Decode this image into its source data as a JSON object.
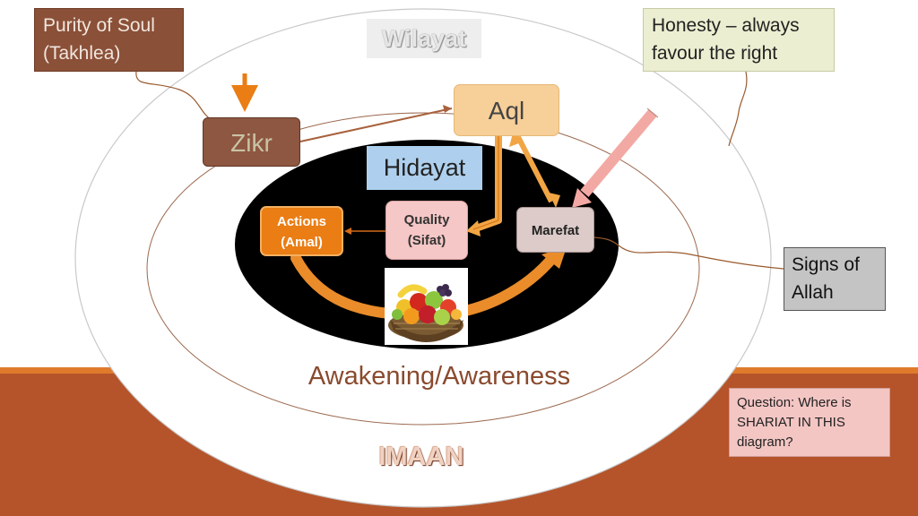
{
  "labels": {
    "purity_line1": "Purity of Soul",
    "purity_line2": "(Takhlea)",
    "honesty_line1": "Honesty – always",
    "honesty_line2": "favour the right",
    "wilayat": "Wilayat",
    "zikr": "Zikr",
    "aql": "Aql",
    "hidayat": "Hidayat",
    "actions_line1": "Actions",
    "actions_line2": "(Amal)",
    "quality_line1": "Quality",
    "quality_line2": "(Sifat)",
    "marefat": "Marefat",
    "signs_line1": "Signs of",
    "signs_line2": "Allah",
    "awakening": "Awakening/Awareness",
    "question_line1": "Question: Where is",
    "question_line2": "SHARIAT IN THIS",
    "question_line3": "diagram?",
    "imaan": "IMAAN"
  },
  "colors": {
    "ground_band": "#b5542a",
    "ground_stripe": "#e07b2c",
    "inner_ellipse": "#000000",
    "arrow_orange": "#ea7d14",
    "arrow_pink": "#f3a9a3",
    "connector_brown": "#9a5a2e"
  },
  "icons": {
    "fruit_basket": "fruit-basket-image"
  }
}
